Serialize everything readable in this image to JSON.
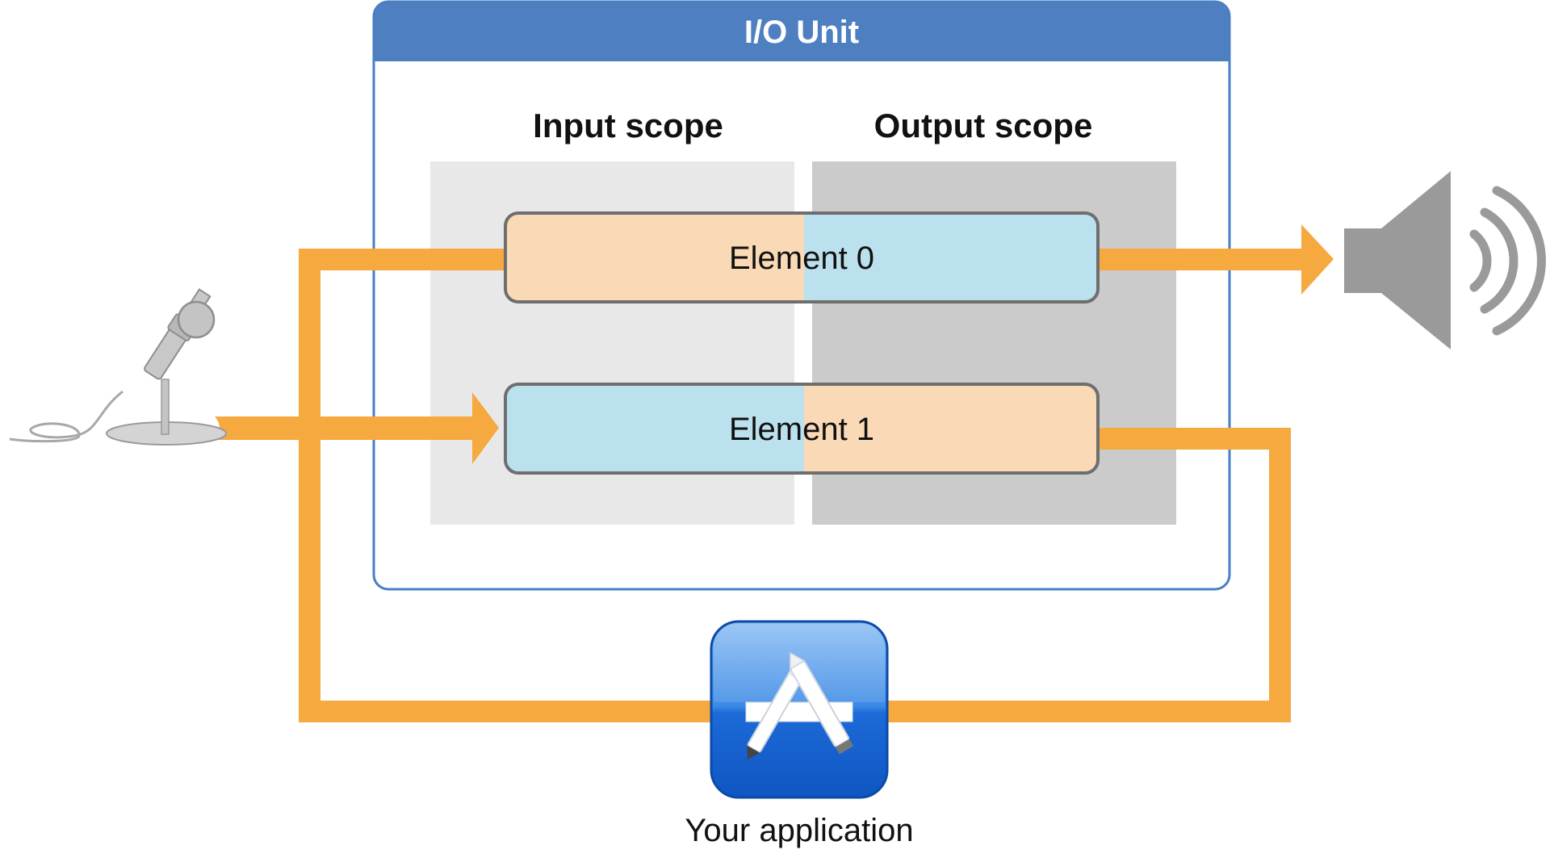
{
  "unit": {
    "title": "I/O Unit"
  },
  "scopes": {
    "input": "Input scope",
    "output": "Output scope"
  },
  "elements": [
    {
      "label": "Element 0"
    },
    {
      "label": "Element 1"
    }
  ],
  "application": {
    "label": "Your application"
  },
  "icons": {
    "input_device": "microphone-icon",
    "output_device": "speaker-icon",
    "application": "app-store-icon"
  },
  "colors": {
    "unit_header": "#4d7fc1",
    "unit_border": "#4a7fc4",
    "flow": "#f5a93e",
    "input_scope_bg": "#e8e8e8",
    "output_scope_bg": "#cbcbcb",
    "element_peach": "#fad9b6",
    "element_blue": "#bce1ee",
    "app_icon": "#1f6fd6"
  }
}
